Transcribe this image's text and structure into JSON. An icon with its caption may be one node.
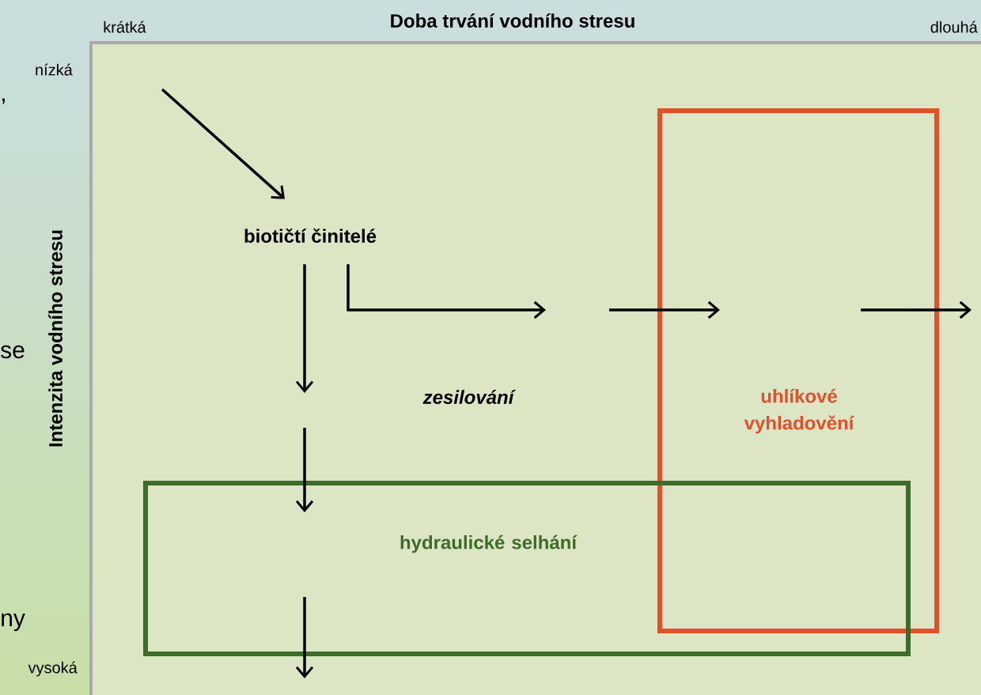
{
  "diagram": {
    "nodes": [
      {
        "text": [
          "biotičtí činitelé"
        ]
      },
      {
        "text": [
          "uhlíkové vyhladovění"
        ]
      },
      {
        "text": [
          "hydraulické selhání"
        ]
      }
    ],
    "edges": [
      {
        "from": null,
        "to": 0,
        "arrow": "to"
      },
      {
        "from": 0,
        "to": null,
        "arrow": "to"
      },
      {
        "from": null,
        "to": 2,
        "arrow": "to"
      },
      {
        "from": 2,
        "to": null,
        "arrow": "to"
      },
      {
        "from": 0,
        "to": null,
        "arrow": "to"
      },
      {
        "from": null,
        "to": 1,
        "arrow": "to"
      },
      {
        "from": 1,
        "to": null,
        "arrow": "to"
      }
    ],
    "labels": [
      "krátká",
      "Doba trvání vodního stresu",
      "dlouhá",
      "nízká",
      ",",
      "Intenzita vodního stresu",
      "se",
      "zesilování",
      "ny",
      "vysoká"
    ]
  }
}
